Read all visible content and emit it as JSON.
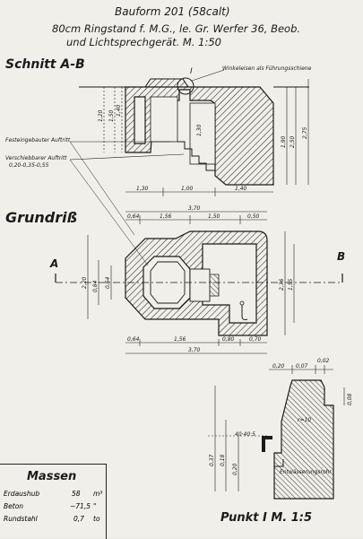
{
  "header": {
    "title_line1": "Bauform 201 (58calt)",
    "title_line2": "80cm Ringstand f. M.G., le. Gr. Werfer 36, Beob.",
    "title_line3": "und Lichtsprechgerät.    M. 1:50"
  },
  "section": {
    "title": "Schnitt A-B",
    "callout_I": "I",
    "annotation_angle": "Winkeleisen als Führungsschiene",
    "annotation_fixed": "Festeingebauter Auftritt",
    "annotation_sliding": "Verschiebbarer Auftritt",
    "annotation_sliding_dims": "0,20-0,35-0,55",
    "dims_left": [
      "1,20",
      "1,50",
      "1,40"
    ],
    "dims_mid": "1,30",
    "dims_right": [
      "1,90",
      "2,50",
      "2,75"
    ],
    "dims_bottom": [
      "1,30",
      "1,00",
      "1,40"
    ]
  },
  "plan": {
    "title": "Grundriß",
    "marker_A": "A",
    "marker_B": "B",
    "dims_top": [
      "0,64",
      "1,56",
      "1,50",
      "0,50"
    ],
    "dims_top_total": "3,70",
    "dims_left": [
      "2,20",
      "0,84",
      "0,64"
    ],
    "dims_right": [
      "2,36",
      "1,55"
    ],
    "dims_bottom": [
      "0,64",
      "1,56",
      "0,80",
      "0,70"
    ],
    "dims_bottom_total": "3,70"
  },
  "detail": {
    "title": "Punkt I  M. 1:5",
    "dims_top": [
      "0,20",
      "0,07",
      "0,02"
    ],
    "dims_right": "0,08",
    "label_angle": "40·40·5",
    "label_drain": "Entwässerungsrohr",
    "label_r": "r=10",
    "dims_left": [
      "0,37",
      "0,18",
      "0,20"
    ]
  },
  "massen": {
    "title": "Massen",
    "rows": [
      {
        "label": "Erdaushub",
        "value": "58",
        "unit": "m³"
      },
      {
        "label": "Beton",
        "value": "~71,5",
        "unit": "\""
      },
      {
        "label": "Rundstahl",
        "value": "0,7",
        "unit": "to"
      }
    ]
  }
}
